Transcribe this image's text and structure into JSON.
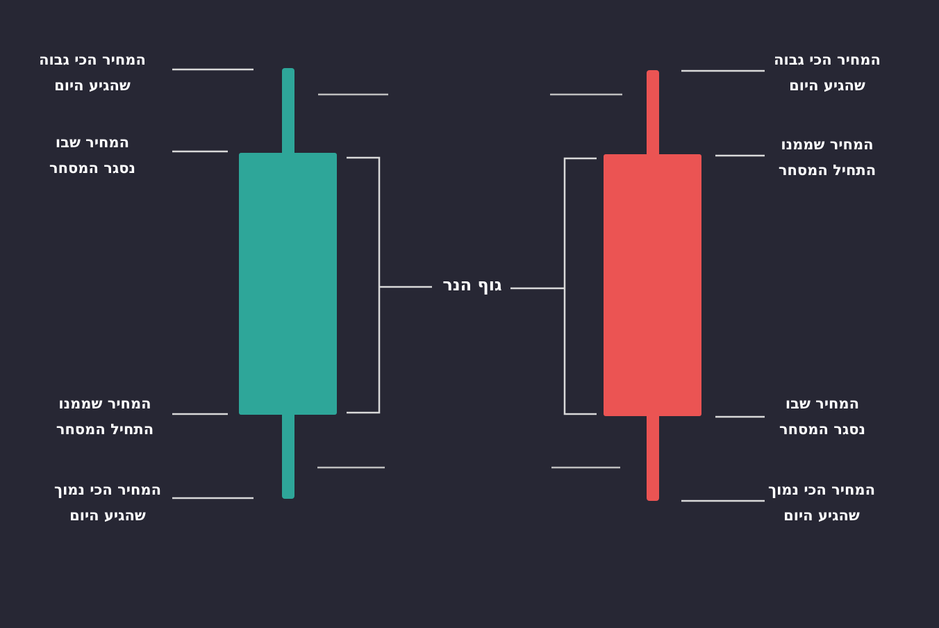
{
  "colors": {
    "background": "#272734",
    "bullish": "#2ea699",
    "bearish": "#eb5453",
    "line": "#d9d9d9"
  },
  "center_label": "גוף הנר",
  "bullish_candle": {
    "high_label": [
      "המחיר הכי גבוה",
      "שהגיע היום"
    ],
    "close_label": [
      "המחיר שבו",
      "נסגר המסחר"
    ],
    "open_label": [
      "המחיר שממנו",
      "התחיל המסחר"
    ],
    "low_label": [
      "המחיר הכי נמוך",
      "שהגיע היום"
    ]
  },
  "bearish_candle": {
    "high_label": [
      "המחיר הכי גבוה",
      "שהגיע היום"
    ],
    "open_label": [
      "המחיר שממנו",
      "התחיל המסחר"
    ],
    "close_label": [
      "המחיר שבו",
      "נסגר המסחר"
    ],
    "low_label": [
      "המחיר הכי נמוך",
      "שהגיע היום"
    ]
  }
}
